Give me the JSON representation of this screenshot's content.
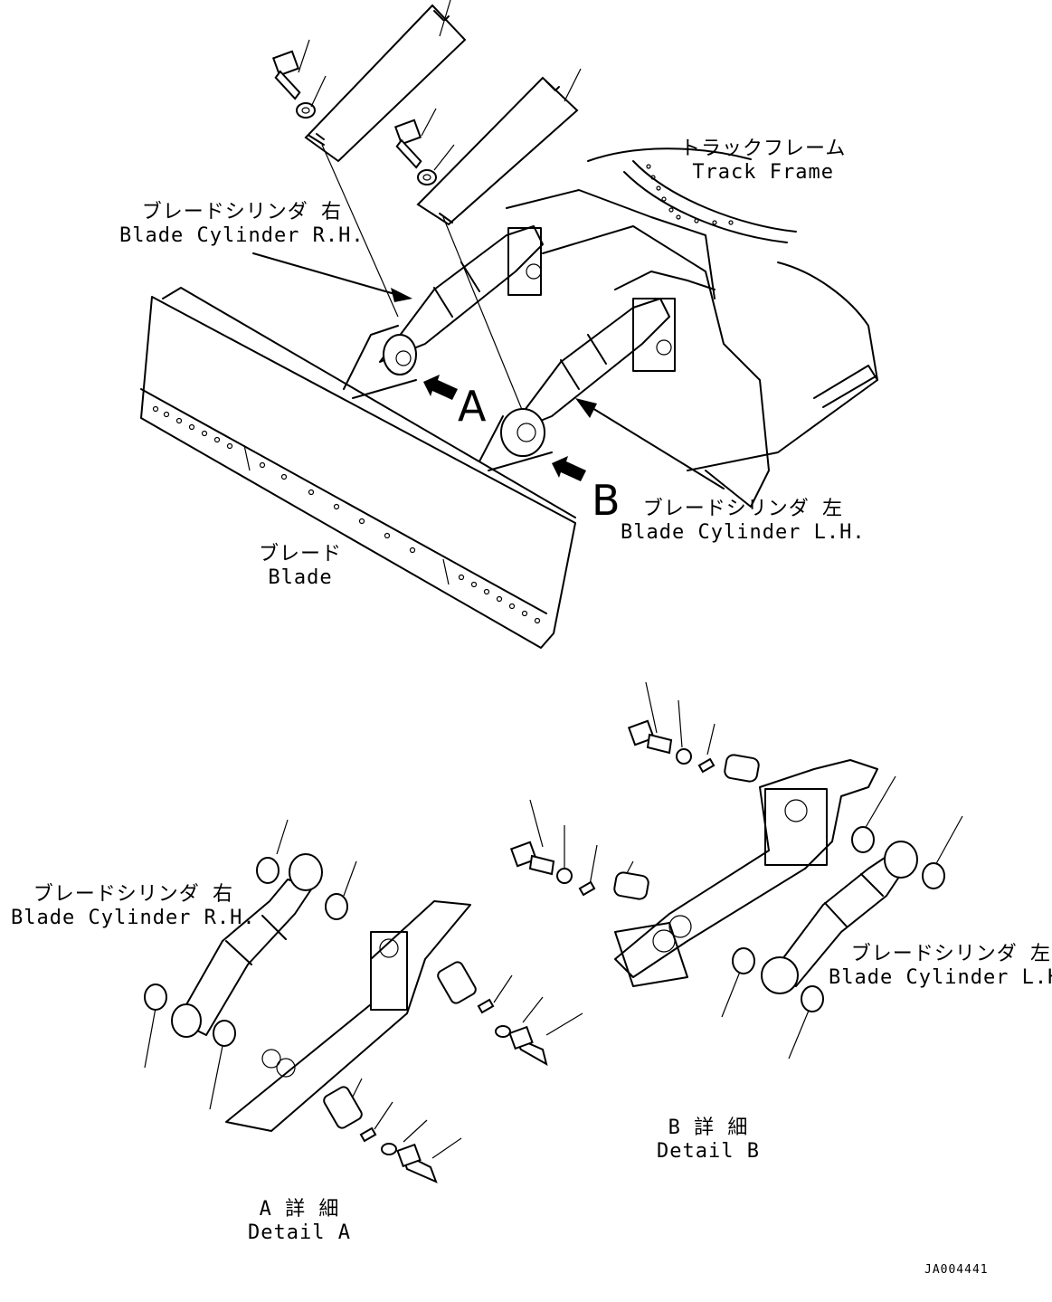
{
  "labels": {
    "track_frame_jp": "トラックフレーム",
    "track_frame_en": "Track Frame",
    "blade_cyl_rh_jp": "ブレードシリンダ 右",
    "blade_cyl_rh_en": "Blade Cylinder R.H.",
    "blade_cyl_lh_jp": "ブレードシリンダ 左",
    "blade_cyl_lh_en": "Blade Cylinder L.H.",
    "blade_jp": "ブレード",
    "blade_en": "Blade",
    "detail_a_jp": "A 詳 細",
    "detail_a_en": "Detail A",
    "detail_b_jp": "B 詳 細",
    "detail_b_en": "Detail B",
    "callout_a": "A",
    "callout_b": "B",
    "drawing_code": "JA004441"
  }
}
